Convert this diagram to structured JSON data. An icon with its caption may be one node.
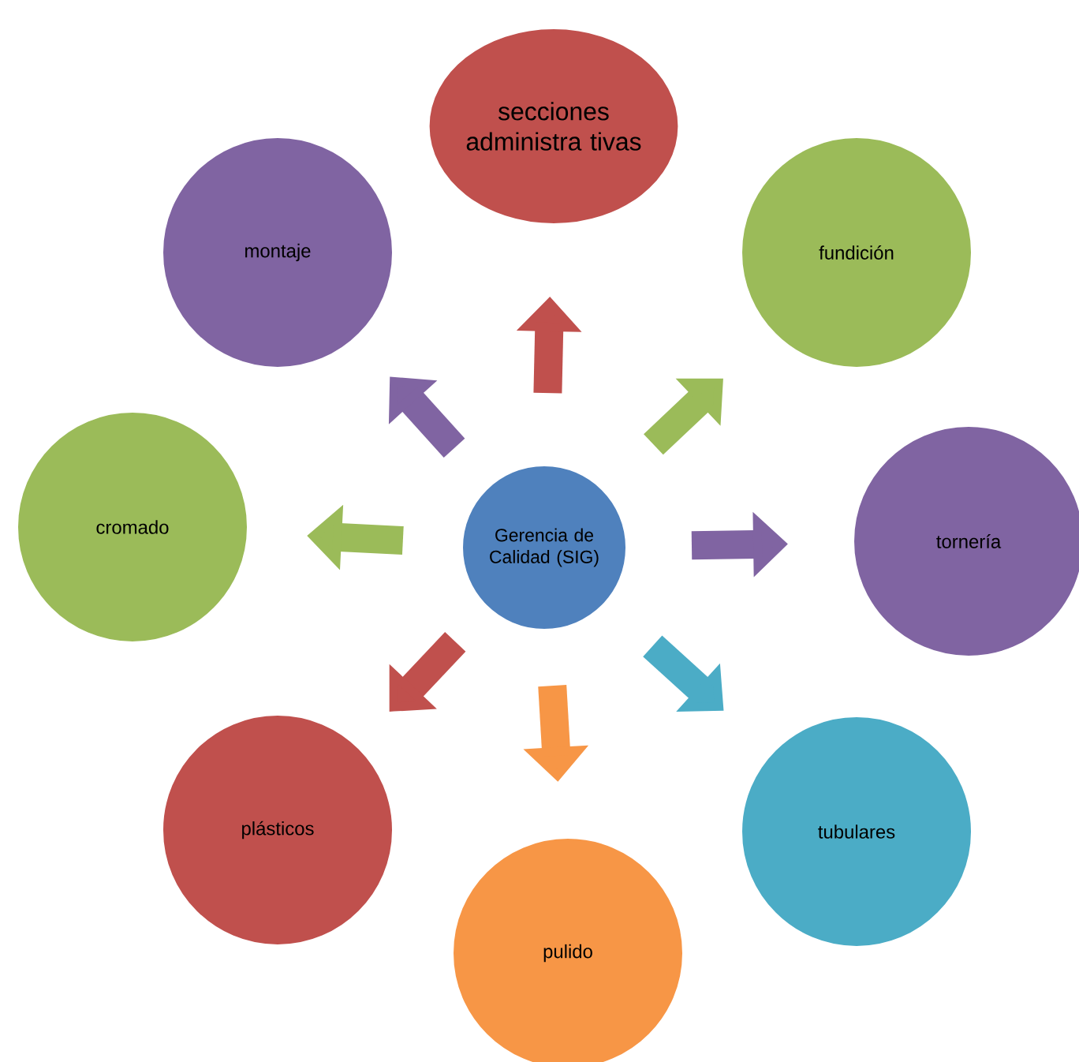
{
  "diagram": {
    "nodes": [
      {
        "text": [
          "Gerencia de Calidad (SIG)"
        ]
      },
      {
        "text": [
          "secciones administra tivas"
        ]
      },
      {
        "text": [
          "fundición"
        ]
      },
      {
        "text": [
          "tornería"
        ]
      },
      {
        "text": [
          "tubulares"
        ]
      },
      {
        "text": [
          "pulido"
        ]
      },
      {
        "text": [
          "plásticos"
        ]
      },
      {
        "text": [
          "cromado"
        ]
      },
      {
        "text": [
          "montaje"
        ]
      }
    ],
    "edges": [
      {
        "from": 0,
        "to": 1,
        "arrow": "to",
        "color": "#c0504d"
      },
      {
        "from": 0,
        "to": 2,
        "arrow": "to",
        "color": "#9bbb59"
      },
      {
        "from": 0,
        "to": 3,
        "arrow": "to",
        "color": "#8064a2"
      },
      {
        "from": 0,
        "to": 4,
        "arrow": "to",
        "color": "#4bacc6"
      },
      {
        "from": 0,
        "to": 5,
        "arrow": "to",
        "color": "#f79646"
      },
      {
        "from": 0,
        "to": 6,
        "arrow": "to",
        "color": "#c0504d"
      },
      {
        "from": 0,
        "to": 7,
        "arrow": "to",
        "color": "#9bbb59"
      },
      {
        "from": 0,
        "to": 8,
        "arrow": "to",
        "color": "#8064a2"
      }
    ]
  }
}
